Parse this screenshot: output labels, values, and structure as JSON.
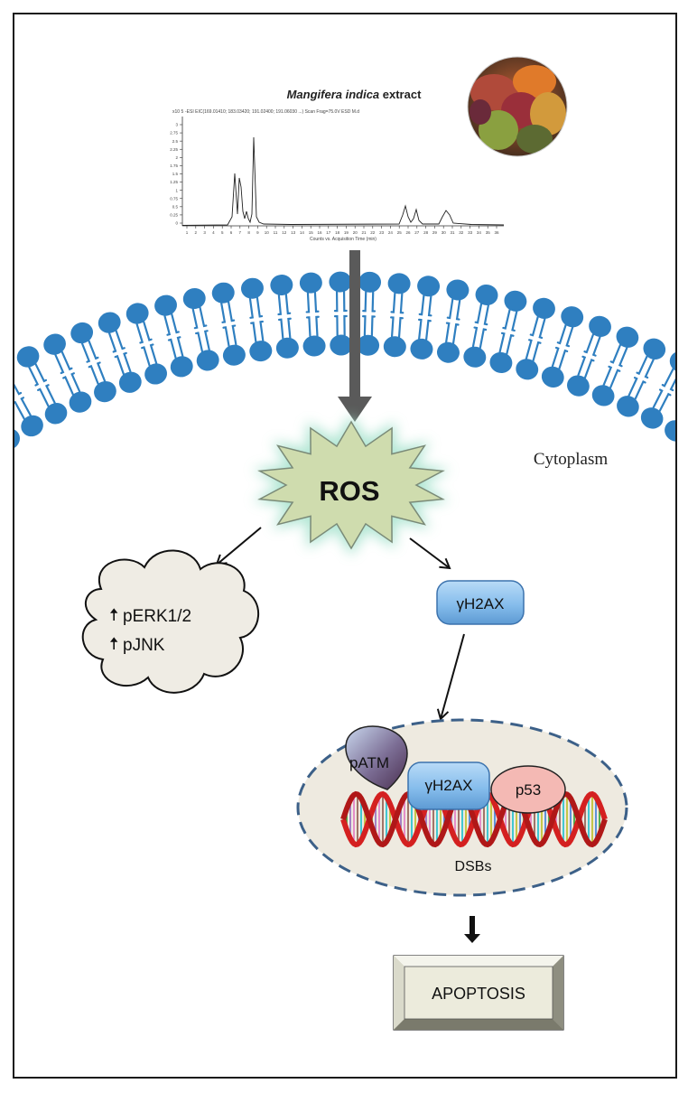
{
  "extract": {
    "title_italic": "Mangifera indica",
    "title_rest": " extract",
    "chromatogram_header": "-ESI EIC(169.01410; 183.03420; 191.02400; 191.06030 ...) Scan Frag=75.0V ESD M.d",
    "y_multiplier": "x10 5",
    "y_ticks": [
      "0",
      "0.25",
      "0.5",
      "0.75",
      "1",
      "1.25",
      "1.5",
      "1.75",
      "2",
      "2.25",
      "2.5",
      "2.75",
      "3"
    ],
    "x_ticks": [
      "1",
      "2",
      "3",
      "4",
      "5",
      "6",
      "7",
      "8",
      "9",
      "10",
      "11",
      "12",
      "13",
      "14",
      "15",
      "16",
      "17",
      "18",
      "19",
      "20",
      "21",
      "22",
      "23",
      "24",
      "25",
      "26",
      "27",
      "28",
      "29",
      "30",
      "31",
      "32",
      "33",
      "34",
      "35",
      "36"
    ],
    "x_label": "Counts vs. Acquisition Time (min)"
  },
  "labels": {
    "cytoplasm": "Cytoplasm",
    "ros": "ROS",
    "perk": "pERK1/2",
    "pjnk": "pJNK",
    "gh2ax_top": "γH2AX",
    "patm": "pATM",
    "gh2ax_nucleus": "γH2AX",
    "p53": "p53",
    "dsbs": "DSBs",
    "apoptosis": "APOPTOSIS"
  },
  "colors": {
    "membrane": "#2f7fc0",
    "ros_fill": "#cfdcae",
    "ros_glow": "#9fe0c9",
    "cloud_fill": "#efece4",
    "pill_fill": "#8cc0ee",
    "nucleus_fill": "#eeeae0",
    "nucleus_border": "#3c6088",
    "p53_fill": "#f4b9b4",
    "arrow_gray": "#595959",
    "dna_red": "#d42020"
  }
}
